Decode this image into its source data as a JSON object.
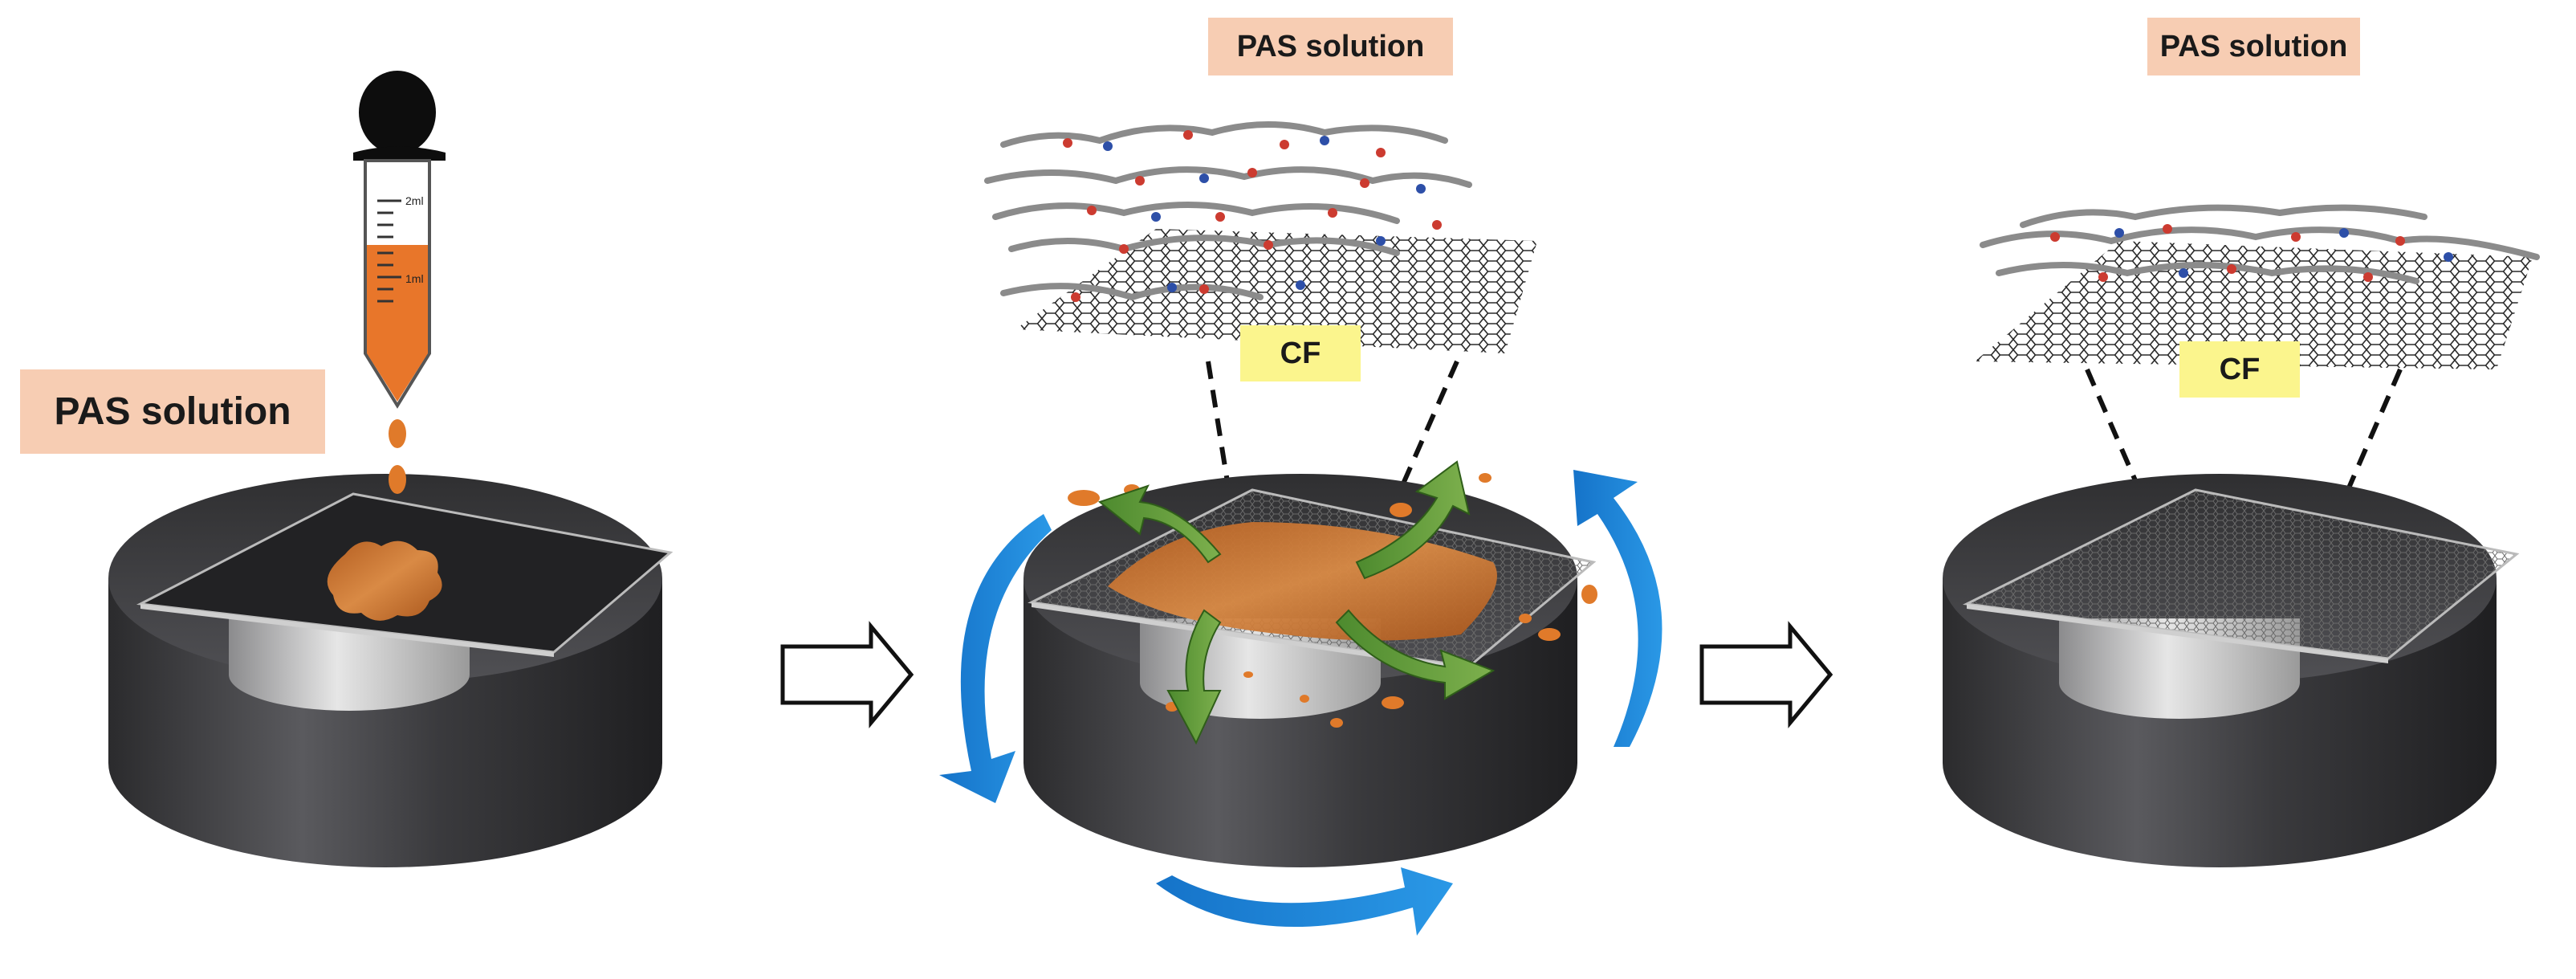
{
  "labels": {
    "pas_solution_left": "PAS solution",
    "pas_solution_middle": "PAS solution",
    "pas_solution_right": "PAS solution",
    "cf_middle": "CF",
    "cf_right": "CF"
  },
  "pipette": {
    "mark_top": "2ml",
    "mark_mid": "1ml"
  },
  "colors": {
    "pas_label_bg": "#f7cdb3",
    "cf_label_bg": "#fbf58d",
    "solution_orange": "#d97a2e",
    "rotation_arrow_blue": "#1f86d6",
    "flow_arrow_green": "#5f9a3a",
    "chuck_dark": "#3a3a3c"
  },
  "icons": [
    "pipette-icon",
    "process-arrow-icon",
    "rotation-arrow-icon",
    "flow-arrow-icon"
  ]
}
